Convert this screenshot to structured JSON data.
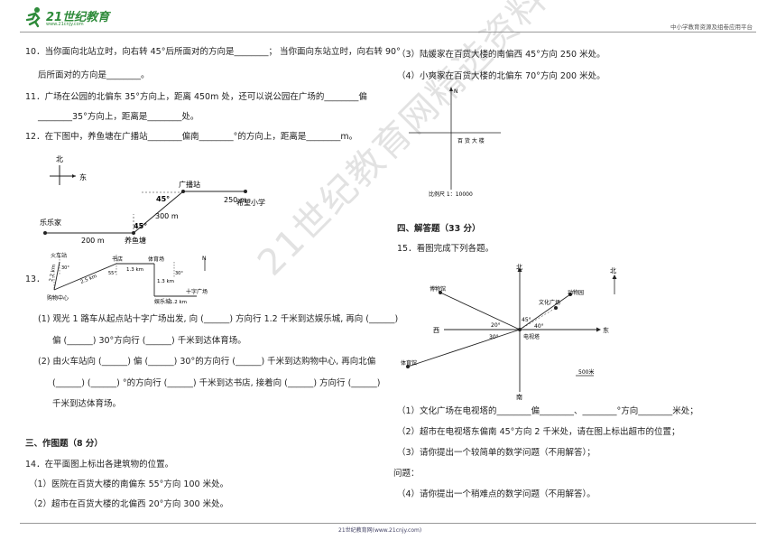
{
  "header": {
    "logo_text": "21世纪教育",
    "logo_url": "www.21cnjy.com",
    "right_text": "中小学教育资源及组卷应用平台"
  },
  "footer": {
    "text": "21世纪教育网(www.21cnjy.com)"
  },
  "watermark": "21世纪教育网精选资料",
  "left": {
    "q10_l1": "10．当你面向北站立时，向右转 45°后所面对的方向是________；  当你面向东站立时，向右转 90°",
    "q10_l2": "后所面对的方向是________。",
    "q11_l1": "11．广场在公园的北偏东 35°方向上，距离 450m 处，还可以说公园在广场的________偏",
    "q11_l2": "________35°方向上，距离是________处。",
    "q12": "12．在下图中，养鱼塘在广播站________偏南________°的方向上，距离是________m。",
    "q12_fig": {
      "north": "北",
      "east": "东",
      "guangbo": "广播站",
      "xiwang": "希望小学",
      "lele": "乐乐家",
      "yuyu": "养鱼塘",
      "d250": "250 m",
      "d300": "300 m",
      "d200": "200 m",
      "a45a": "45°",
      "a45b": "45°"
    },
    "q13_num": "13．",
    "q13_fig": {
      "huoche": "火车站",
      "shudian": "书店",
      "tiyu": "体育场",
      "gouwu": "购物中心",
      "yule": "娱乐城",
      "shizi": "十字广场",
      "north": "N",
      "d22": "2.2 km",
      "d25": "2.5 km",
      "d13a": "1.3 km",
      "d13b": "1.3 km",
      "d12": "1.2 km",
      "a30": "30°",
      "a55": "55°",
      "a30b": "30°"
    },
    "q13_1_l1": "(1)  观光 1 路车从起点站十字广场出发, 向 (______) 方向行 1.2 千米到达娱乐城, 再向 (______)",
    "q13_1_l2": "偏 (______) 30°方向行 (______) 千米到达体育场。",
    "q13_2_l1": "(2)  由火车站向 (______) 偏 (______) 30°的方向行 (______) 千米到达购物中心, 再向北偏",
    "q13_2_l2": "(______) (______) °的方向行 (______) 千米到达书店, 接着向 (______) 方向行 (______)",
    "q13_2_l3": "千米到达体育场。",
    "sec3": "三、作图题（8 分）",
    "q14": "14．在平面图上标出各建筑物的位置。",
    "q14_1": "（1）医院在百货大楼的南偏东 55°方向 100 米处。",
    "q14_2": "（2）超市在百货大楼的北偏西 20°方向 300 米处。"
  },
  "right": {
    "q14_3": "（3）陆媛家在百货大楼的南偏西 45°方向 250 米处。",
    "q14_4": "（4）小爽家在百货大楼的北偏东 70°方向 200 米处。",
    "q14_fig": {
      "north": "N",
      "center": "百 货 大 楼",
      "scale": "比例尺 1：10000"
    },
    "sec4": "四、解答题（33 分）",
    "q15": "15．看图完成下列各题。",
    "q15_fig": {
      "north": "北",
      "south": "南",
      "east": "东",
      "west": "西",
      "north2": "北",
      "bowuguan": "博物馆",
      "wenhua": "文化广场",
      "dongwu": "动物园",
      "tiyuguan": "体育馆",
      "center": "电视塔",
      "a45": "45°",
      "a40": "40°",
      "a20": "20°",
      "a30": "30°",
      "scale": "500米"
    },
    "q15_1": "（1）文化广场在电视塔的________偏________、________°方向________米处；",
    "q15_2": "（2）超市在电视塔东偏南 45°方向 2 千米处，请在图上标出超市的位置；",
    "q15_3": "（3）请你提出一个较简单的数学问题（不用解答）；",
    "q15_wt": "问题：",
    "q15_4": "（4）请你提出一个稍难点的数学问题（不用解答）。"
  }
}
